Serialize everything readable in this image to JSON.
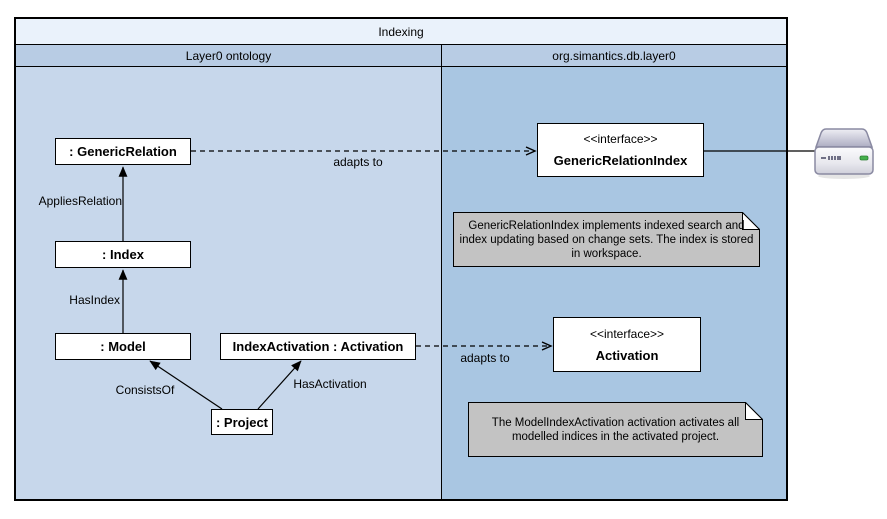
{
  "diagram": {
    "title": "Indexing",
    "columns": [
      {
        "name": "Layer0 ontology"
      },
      {
        "name": "org.simantics.db.layer0"
      }
    ]
  },
  "nodes": {
    "generic_relation": ": GenericRelation",
    "index": ": Index",
    "model": ": Model",
    "index_activation": "IndexActivation : Activation",
    "project": ": Project"
  },
  "interfaces": {
    "generic_relation_index": {
      "stereotype": "<<interface>>",
      "name": "GenericRelationIndex"
    },
    "activation": {
      "stereotype": "<<interface>>",
      "name": "Activation"
    }
  },
  "edges": {
    "applies_relation": "AppliesRelation",
    "has_index": "HasIndex",
    "consists_of": "ConsistsOf",
    "has_activation": "HasActivation",
    "adapts_to_generic": "adapts to",
    "adapts_to_activation": "adapts to"
  },
  "notes": {
    "generic_relation_index_note": "GenericRelationIndex implements indexed search and index updating based on change sets. The index is stored in workspace.",
    "activation_note": "The ModelIndexActivation activation activates all modelled indices in the activated project."
  },
  "icons": {
    "hard_drive": "hard-drive-icon"
  },
  "colors": {
    "title_bg": "#EAF2FB",
    "header_bg": "#B8CCE4",
    "left_body_bg": "#C7D7EB",
    "right_body_bg": "#A9C6E2",
    "note_bg": "#C3C3C3",
    "node_bg": "#FFFFFF",
    "border": "#000000",
    "led_green": "#44B04C"
  }
}
